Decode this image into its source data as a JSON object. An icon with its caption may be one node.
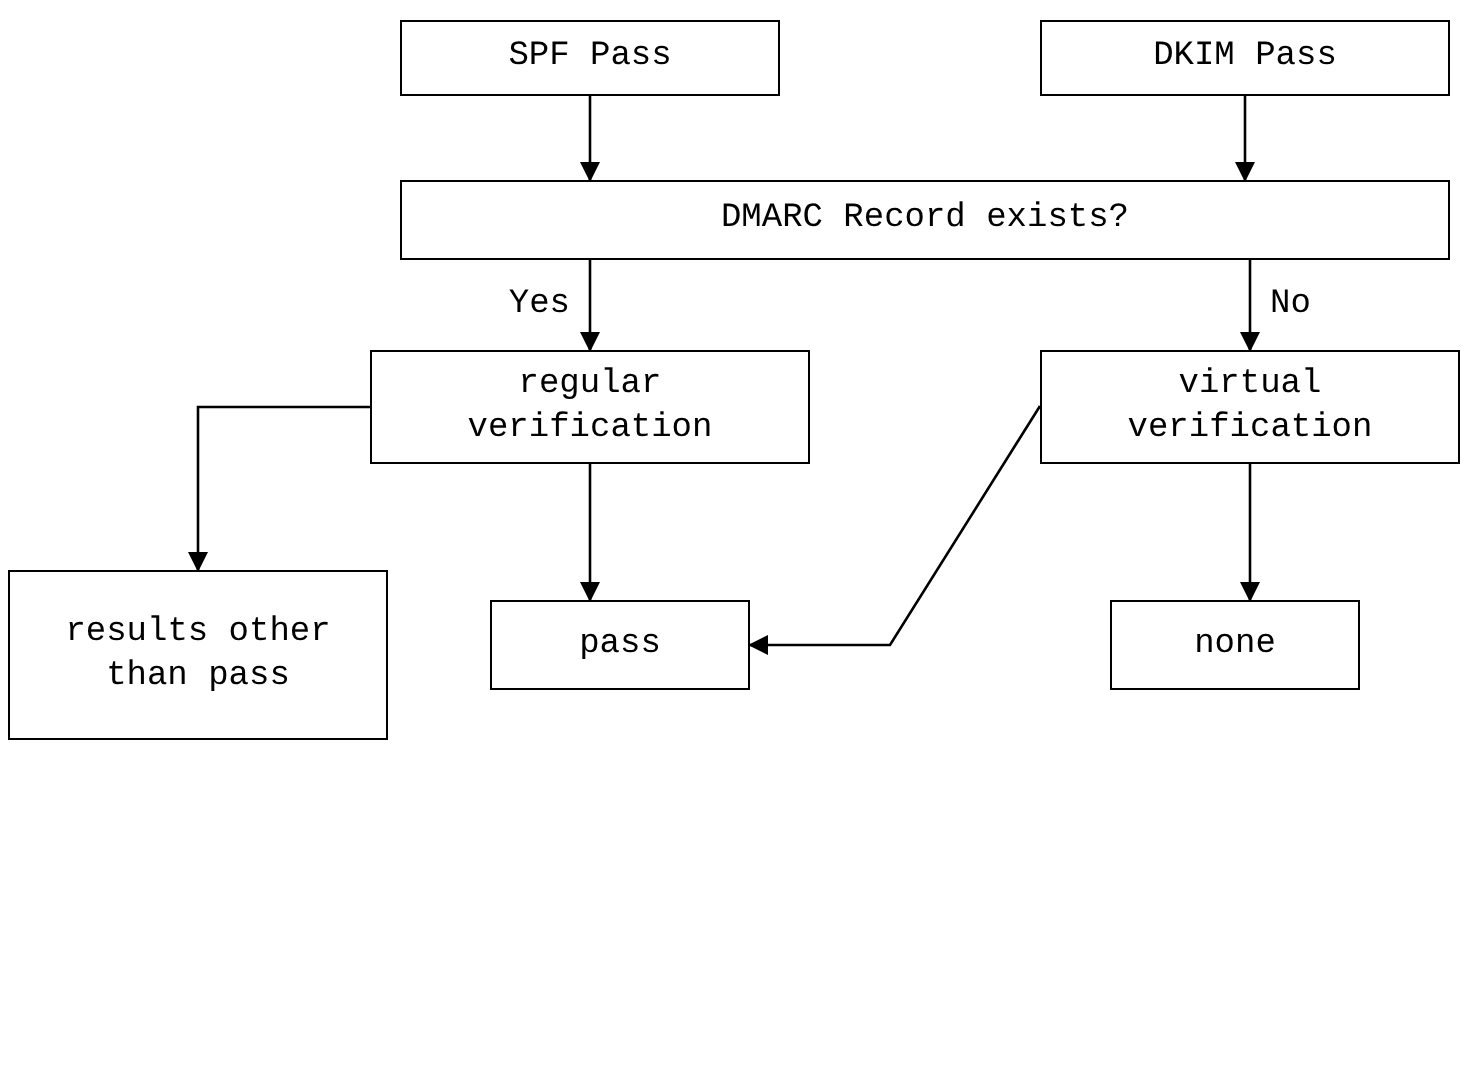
{
  "diagram": {
    "nodes": [
      {
        "text": [
          "SPF Pass"
        ]
      },
      {
        "text": [
          "DKIM Pass"
        ]
      },
      {
        "text": [
          "DMARC Record exists?"
        ]
      },
      {
        "text": [
          "regular verification"
        ]
      },
      {
        "text": [
          "virtual verification"
        ]
      },
      {
        "text": [
          "results other than pass"
        ]
      },
      {
        "text": [
          "pass"
        ]
      },
      {
        "text": [
          "none"
        ]
      }
    ],
    "edges": [
      {
        "from": 0,
        "to": 2,
        "arrow": "to"
      },
      {
        "from": 1,
        "to": 2,
        "arrow": "to"
      },
      {
        "from": 2,
        "to": 3,
        "arrow": "to",
        "label": "Yes"
      },
      {
        "from": 2,
        "to": 4,
        "arrow": "to",
        "label": "No"
      },
      {
        "from": 3,
        "to": 5,
        "arrow": "to"
      },
      {
        "from": 3,
        "to": 6,
        "arrow": "to"
      },
      {
        "from": 4,
        "to": 6,
        "arrow": "to"
      },
      {
        "from": 4,
        "to": 7,
        "arrow": "to"
      }
    ]
  }
}
